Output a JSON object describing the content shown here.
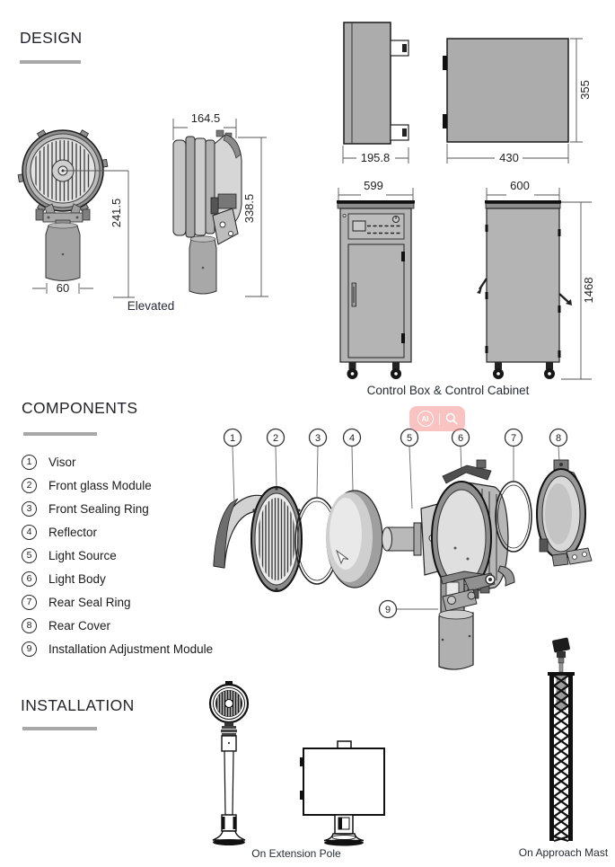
{
  "design": {
    "heading": "DESIGN",
    "elevated": {
      "caption": "Elevated",
      "dims": {
        "top_width": "164.5",
        "center_height": "241.5",
        "total_height": "338.5",
        "base_width": "60"
      }
    },
    "control": {
      "caption": "Control Box & Control Cabinet",
      "box": {
        "depth": "195.8",
        "width": "430",
        "height": "355"
      },
      "cabinet": {
        "front_width": "599",
        "side_width": "600",
        "height": "1468"
      }
    }
  },
  "components": {
    "heading": "COMPONENTS",
    "items": [
      {
        "num": "1",
        "label": "Visor"
      },
      {
        "num": "2",
        "label": "Front glass Module"
      },
      {
        "num": "3",
        "label": "Front Sealing Ring"
      },
      {
        "num": "4",
        "label": "Reflector"
      },
      {
        "num": "5",
        "label": "Light Source"
      },
      {
        "num": "6",
        "label": "Light Body"
      },
      {
        "num": "7",
        "label": "Rear Seal Ring"
      },
      {
        "num": "8",
        "label": "Rear Cover"
      },
      {
        "num": "9",
        "label": "Installation Adjustment Module"
      }
    ]
  },
  "installation": {
    "heading": "INSTALLATION",
    "pole_caption": "On Extension Pole",
    "mast_caption": "On Approach Mast"
  },
  "watermark": {
    "ai": "AI"
  },
  "colors": {
    "accent_bar": "#a8a8a8",
    "drawing_fill": "#b0b0b0",
    "badge_pink": "#f3918c"
  }
}
